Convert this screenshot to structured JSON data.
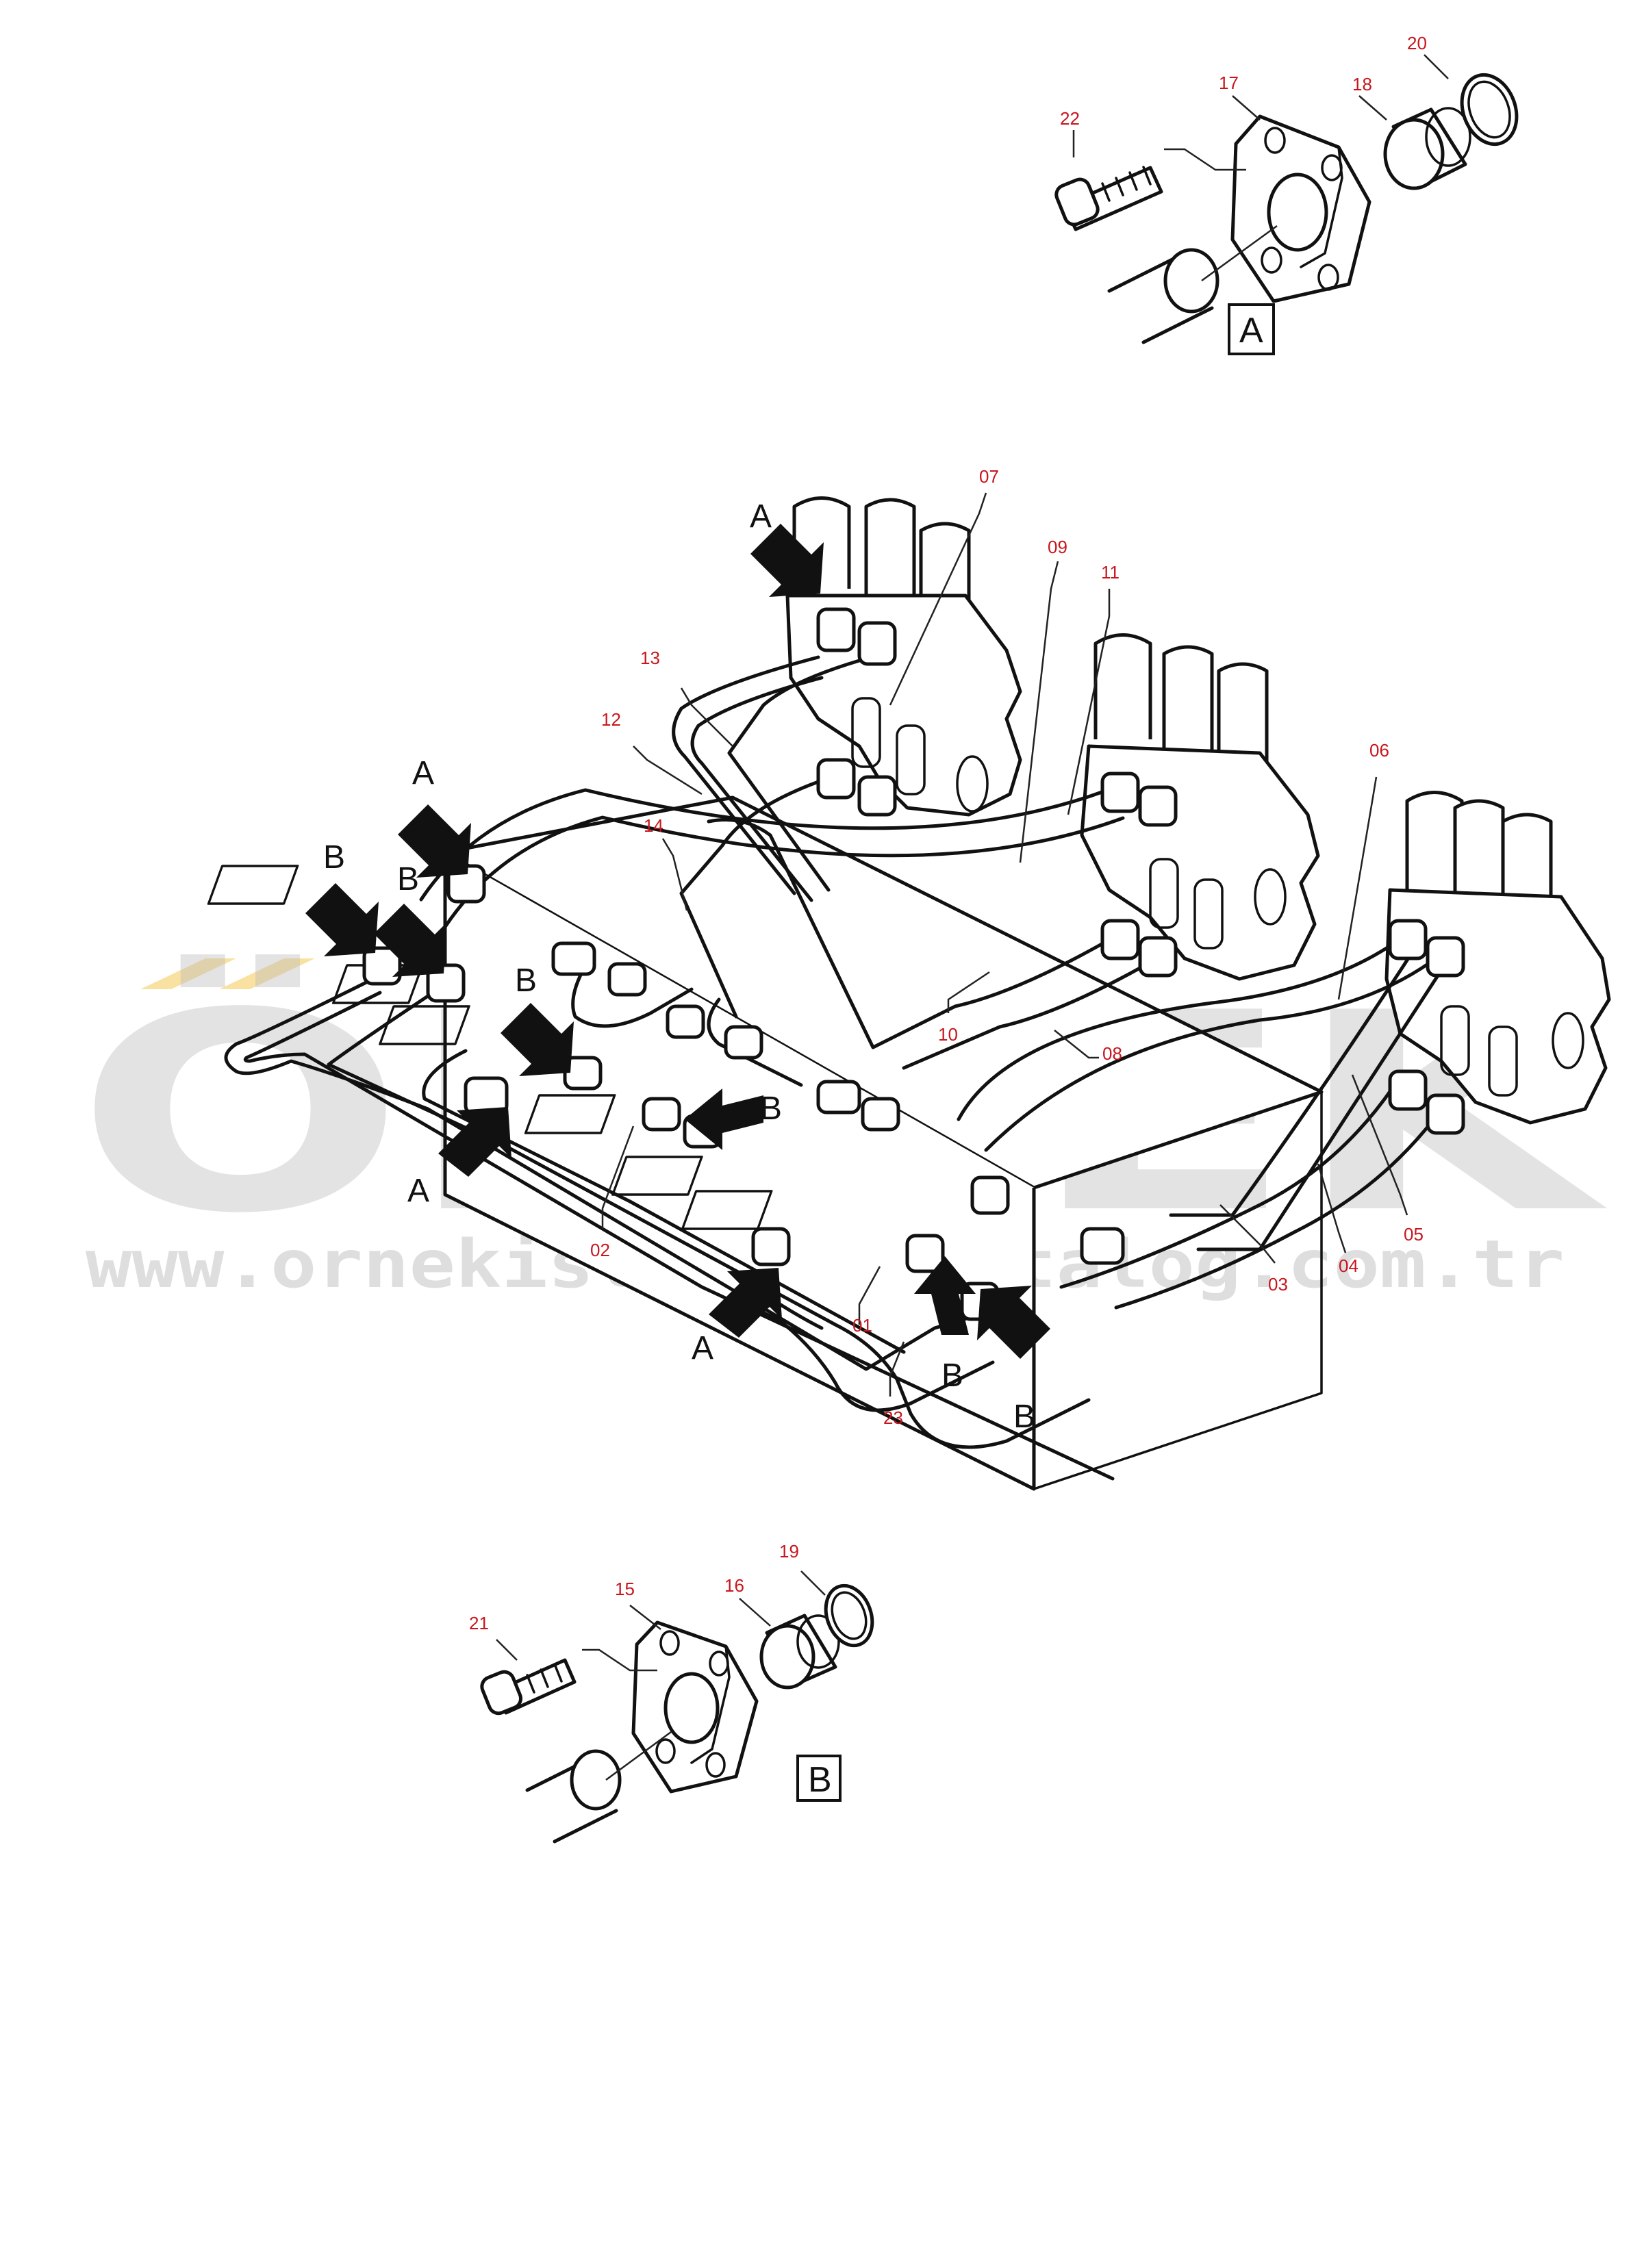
{
  "watermark": {
    "logo_text": "ÖRNEK",
    "url": "www.ornekisletmecikatalog.com.tr",
    "logo_color": "#bdbdbd",
    "accent_color": "#f6d98a"
  },
  "detail_a": {
    "box_letter": "A",
    "labels": [
      "17",
      "18",
      "20",
      "22"
    ]
  },
  "detail_b": {
    "box_letter": "B",
    "labels": [
      "15",
      "16",
      "19",
      "21"
    ]
  },
  "main": {
    "part_labels": [
      "01",
      "02",
      "03",
      "04",
      "05",
      "06",
      "07",
      "08",
      "09",
      "10",
      "11",
      "12",
      "13",
      "14",
      "23"
    ],
    "arrow_letters": [
      "A",
      "A",
      "A",
      "A",
      "B",
      "B",
      "B",
      "B",
      "B",
      "B"
    ]
  },
  "colors": {
    "label_red": "#c8161d",
    "line": "#111111"
  }
}
